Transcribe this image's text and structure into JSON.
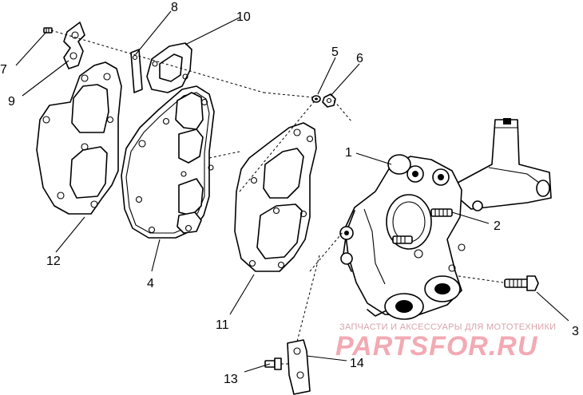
{
  "callouts": [
    {
      "id": "1",
      "label": "1"
    },
    {
      "id": "2",
      "label": "2"
    },
    {
      "id": "3",
      "label": "3"
    },
    {
      "id": "4",
      "label": "4"
    },
    {
      "id": "5",
      "label": "5"
    },
    {
      "id": "6",
      "label": "6"
    },
    {
      "id": "7",
      "label": "7"
    },
    {
      "id": "8",
      "label": "8"
    },
    {
      "id": "9",
      "label": "9"
    },
    {
      "id": "10",
      "label": "10"
    },
    {
      "id": "11",
      "label": "11"
    },
    {
      "id": "12",
      "label": "12"
    },
    {
      "id": "13",
      "label": "13"
    },
    {
      "id": "14",
      "label": "14"
    }
  ],
  "watermark": {
    "tagline": "ЗАПЧАСТИ И АКСЕССУАРЫ ДЛЯ МОТОТЕХНИКИ",
    "brand": "PARTSFOR.RU",
    "color": "#f2aab3"
  }
}
